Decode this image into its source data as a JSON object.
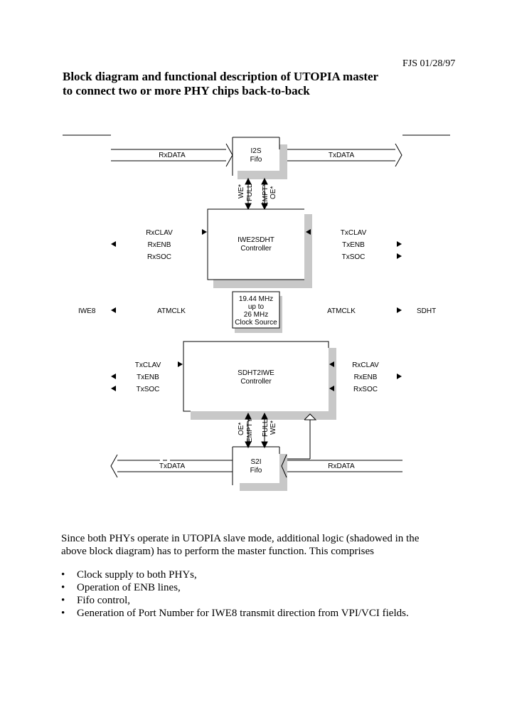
{
  "header": {
    "date": "FJS 01/28/97",
    "title_line1": "Block diagram and functional description of UTOPIA master",
    "title_line2": "to connect two or more PHY chips back-to-back"
  },
  "diagram": {
    "i2s_fifo": {
      "line1": "I2S",
      "line2": "Fifo"
    },
    "s2i_fifo": {
      "line1": "S2I",
      "line2": "Fifo"
    },
    "ctrl_top": {
      "line1": "IWE2SDHT",
      "line2": "Controller"
    },
    "ctrl_bottom": {
      "line1": "SDHT2IWE",
      "line2": "Controller"
    },
    "clock": {
      "line1": "19.44 MHz",
      "line2": "up to",
      "line3": "26 MHz",
      "line4": "Clock Source"
    },
    "rxdata": "RxDATA",
    "txdata": "TxDATA",
    "top_left": [
      "RxCLAV",
      "RxENB",
      "RxSOC"
    ],
    "top_right": [
      "TxCLAV",
      "TxENB",
      "TxSOC"
    ],
    "bottom_left": [
      "TxCLAV",
      "TxENB",
      "TxSOC"
    ],
    "bottom_right": [
      "RxCLAV",
      "RxENB",
      "RxSOC"
    ],
    "iwe8": "IWE8",
    "sdht": "SDHT",
    "atmclk": "ATMCLK",
    "top_fifo_signals": [
      "WE*",
      "FULL",
      "EMPTY",
      "OE*"
    ],
    "bottom_fifo_signals": [
      "OE*",
      "EMPTY",
      "FULL",
      "WE*"
    ]
  },
  "description": {
    "paragraph": "Since both PHYs operate in UTOPIA slave mode, additional logic (shadowed in the above block diagram) has to perform the master function. This comprises",
    "bullets": [
      "Clock supply to both PHYs,",
      "Operation of ENB lines,",
      "Fifo control,",
      "Generation of Port Number for IWE8 transmit direction from VPI/VCI fields."
    ]
  }
}
